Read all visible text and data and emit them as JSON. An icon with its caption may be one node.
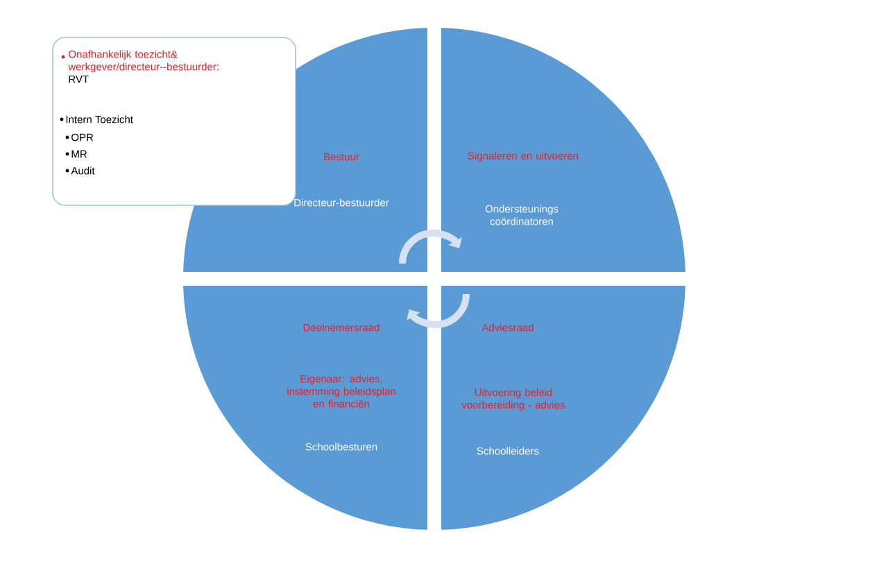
{
  "diagram": {
    "nodes": [
      {
        "text": [
          "Onafhankelijk toezicht& werkgever/directeur--bestuurder:",
          "RVT",
          "Intern Toezicht",
          "OPR",
          "MR",
          "Audit"
        ]
      },
      {
        "text": [
          "Bestuur",
          "Directeur-bestuurder"
        ]
      },
      {
        "text": [
          "Signaleren en uitvoeren",
          "Ondersteunings coördinatoren"
        ]
      },
      {
        "text": [
          "Deelnemersraad",
          "Eigenaar: advies, instemming beleidsplan en financiën",
          "Schoolbesturen"
        ]
      },
      {
        "text": [
          "Adviesraad",
          "Uitvoering beleid voorbereiding - advies",
          "Schoolleiders"
        ]
      }
    ],
    "edges": [
      {
        "from": 1,
        "to": 2,
        "arrow": "to"
      },
      {
        "from": 4,
        "to": 3,
        "arrow": "to"
      }
    ]
  }
}
